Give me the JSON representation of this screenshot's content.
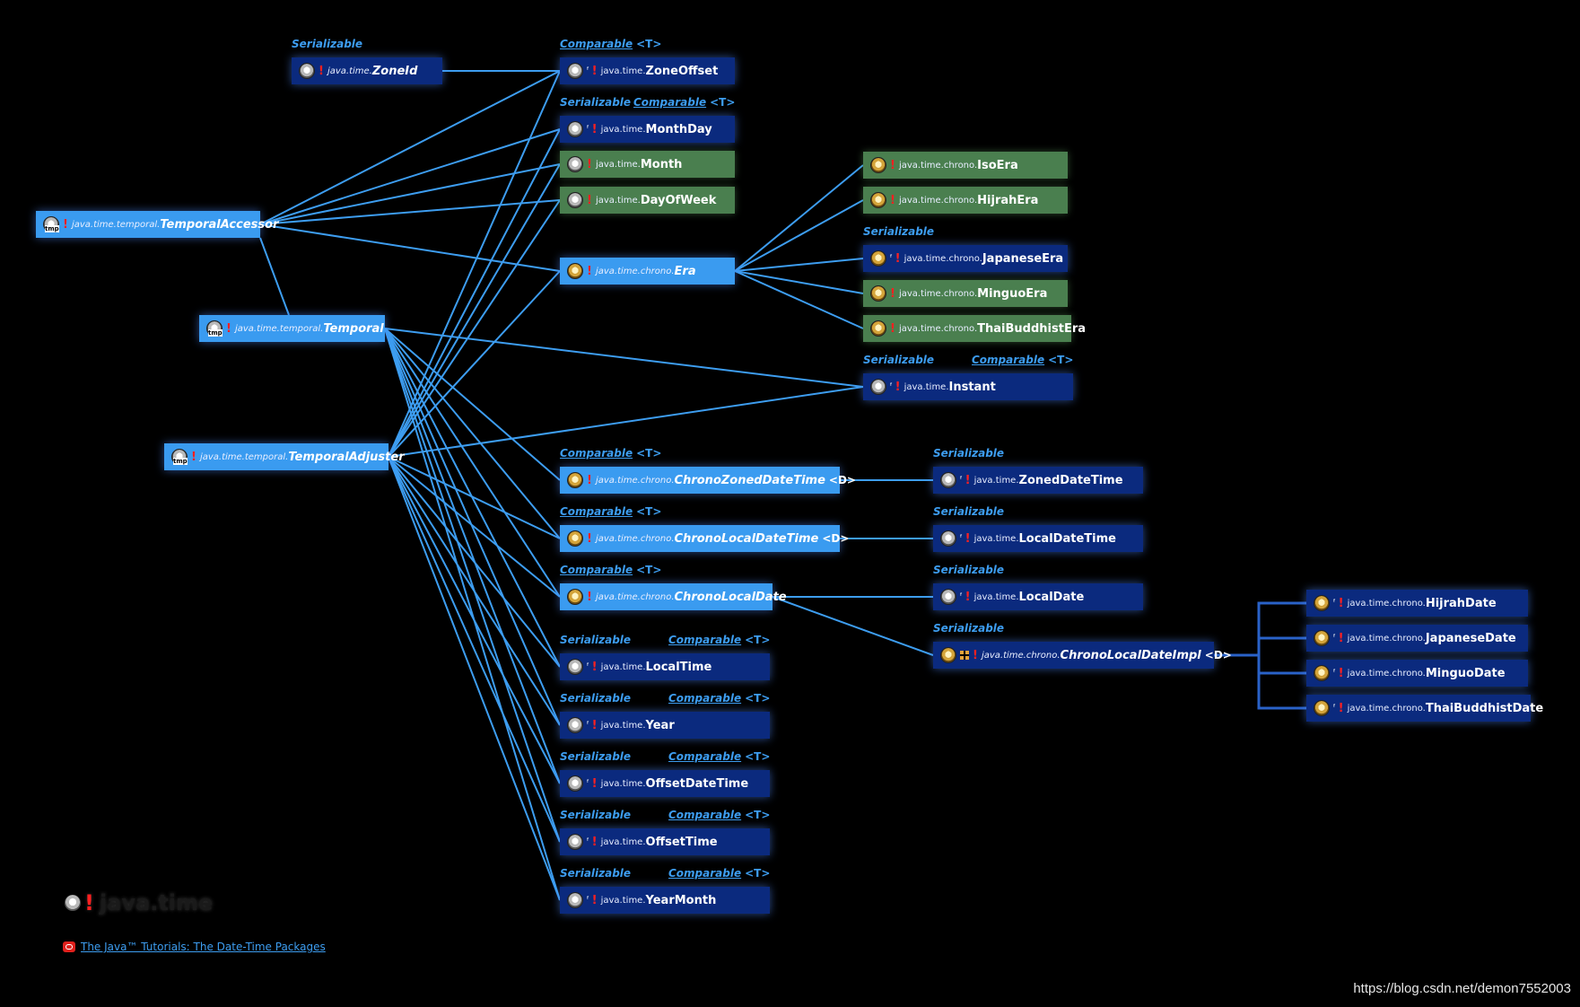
{
  "colors": {
    "background": "#000000",
    "class_fill": "#0b2a7e",
    "interface_fill": "#3a9bf0",
    "enum_fill": "#4a7f4f",
    "edge": "#3d9df0",
    "label": "#3d9df0",
    "deprecation_mark": "#ff2020"
  },
  "nodes": [
    {
      "id": "ZoneId",
      "pkg": "java.time.",
      "name": "ZoneId",
      "kind": "class",
      "italic": true,
      "final": false,
      "icon": "clock-icon"
    },
    {
      "id": "ZoneOffset",
      "pkg": "java.time.",
      "name": "ZoneOffset",
      "kind": "class",
      "final": true,
      "icon": "clock-icon"
    },
    {
      "id": "MonthDay",
      "pkg": "java.time.",
      "name": "MonthDay",
      "kind": "class",
      "final": true,
      "icon": "clock-icon"
    },
    {
      "id": "Month",
      "pkg": "java.time.",
      "name": "Month",
      "kind": "enum",
      "final": false,
      "icon": "clock-icon"
    },
    {
      "id": "DayOfWeek",
      "pkg": "java.time.",
      "name": "DayOfWeek",
      "kind": "enum",
      "final": false,
      "icon": "clock-icon"
    },
    {
      "id": "TemporalAccessor",
      "pkg": "java.time.temporal.",
      "name": "TemporalAccessor",
      "kind": "interface",
      "italic": true,
      "icon": "tmp-clock-icon"
    },
    {
      "id": "Temporal",
      "pkg": "java.time.temporal.",
      "name": "Temporal",
      "kind": "interface",
      "italic": true,
      "icon": "tmp-clock-icon"
    },
    {
      "id": "TemporalAdjuster",
      "pkg": "java.time.temporal.",
      "name": "TemporalAdjuster",
      "kind": "interface",
      "italic": true,
      "icon": "tmp-clock-icon"
    },
    {
      "id": "Era",
      "pkg": "java.time.chrono.",
      "name": "Era",
      "kind": "interface",
      "italic": true,
      "icon": "chrono-clock-icon"
    },
    {
      "id": "IsoEra",
      "pkg": "java.time.chrono.",
      "name": "IsoEra",
      "kind": "enum",
      "icon": "chrono-clock-icon"
    },
    {
      "id": "HijrahEra",
      "pkg": "java.time.chrono.",
      "name": "HijrahEra",
      "kind": "enum",
      "icon": "chrono-clock-icon"
    },
    {
      "id": "JapaneseEra",
      "pkg": "java.time.chrono.",
      "name": "JapaneseEra",
      "kind": "class",
      "final": true,
      "icon": "chrono-clock-icon"
    },
    {
      "id": "MinguoEra",
      "pkg": "java.time.chrono.",
      "name": "MinguoEra",
      "kind": "enum",
      "icon": "chrono-clock-icon"
    },
    {
      "id": "ThaiBuddhistEra",
      "pkg": "java.time.chrono.",
      "name": "ThaiBuddhistEra",
      "kind": "enum",
      "icon": "chrono-clock-icon"
    },
    {
      "id": "Instant",
      "pkg": "java.time.",
      "name": "Instant",
      "kind": "class",
      "final": true,
      "icon": "clock-icon"
    },
    {
      "id": "ChronoZonedDateTime",
      "pkg": "java.time.chrono.",
      "name": "ChronoZonedDateTime",
      "tparam": "<D>",
      "kind": "interface",
      "italic": true,
      "icon": "chrono-clock-icon"
    },
    {
      "id": "ChronoLocalDateTime",
      "pkg": "java.time.chrono.",
      "name": "ChronoLocalDateTime",
      "tparam": "<D>",
      "kind": "interface",
      "italic": true,
      "icon": "chrono-clock-icon"
    },
    {
      "id": "ChronoLocalDate",
      "pkg": "java.time.chrono.",
      "name": "ChronoLocalDate",
      "kind": "interface",
      "italic": true,
      "icon": "chrono-clock-icon"
    },
    {
      "id": "ZonedDateTime",
      "pkg": "java.time.",
      "name": "ZonedDateTime",
      "kind": "class",
      "final": true,
      "icon": "clock-icon"
    },
    {
      "id": "LocalDateTime",
      "pkg": "java.time.",
      "name": "LocalDateTime",
      "kind": "class",
      "final": true,
      "icon": "clock-icon"
    },
    {
      "id": "LocalDate",
      "pkg": "java.time.",
      "name": "LocalDate",
      "kind": "class",
      "final": true,
      "icon": "clock-icon"
    },
    {
      "id": "ChronoLocalDateImpl",
      "pkg": "java.time.chrono.",
      "name": "ChronoLocalDateImpl",
      "tparam": "<D>",
      "kind": "class",
      "italic": true,
      "abstract": true,
      "icon": "chrono-clock-icon"
    },
    {
      "id": "LocalTime",
      "pkg": "java.time.",
      "name": "LocalTime",
      "kind": "class",
      "final": true,
      "icon": "clock-icon"
    },
    {
      "id": "Year",
      "pkg": "java.time.",
      "name": "Year",
      "kind": "class",
      "final": true,
      "icon": "clock-icon"
    },
    {
      "id": "OffsetDateTime",
      "pkg": "java.time.",
      "name": "OffsetDateTime",
      "kind": "class",
      "final": true,
      "icon": "clock-icon"
    },
    {
      "id": "OffsetTime",
      "pkg": "java.time.",
      "name": "OffsetTime",
      "kind": "class",
      "final": true,
      "icon": "clock-icon"
    },
    {
      "id": "YearMonth",
      "pkg": "java.time.",
      "name": "YearMonth",
      "kind": "class",
      "final": true,
      "icon": "clock-icon"
    },
    {
      "id": "HijrahDate",
      "pkg": "java.time.chrono.",
      "name": "HijrahDate",
      "kind": "class",
      "final": true,
      "icon": "chrono-clock-icon"
    },
    {
      "id": "JapaneseDate",
      "pkg": "java.time.chrono.",
      "name": "JapaneseDate",
      "kind": "class",
      "final": true,
      "icon": "chrono-clock-icon"
    },
    {
      "id": "MinguoDate",
      "pkg": "java.time.chrono.",
      "name": "MinguoDate",
      "kind": "class",
      "final": true,
      "icon": "chrono-clock-icon"
    },
    {
      "id": "ThaiBuddhistDate",
      "pkg": "java.time.chrono.",
      "name": "ThaiBuddhistDate",
      "kind": "class",
      "final": true,
      "icon": "chrono-clock-icon"
    }
  ],
  "labels": [
    {
      "text": "Serializable",
      "for": "ZoneId",
      "slot": "left"
    },
    {
      "text": "Comparable",
      "tparam": "<T>",
      "for": "ZoneOffset",
      "slot": "left",
      "link": true
    },
    {
      "text": "Serializable",
      "for": "MonthDay",
      "slot": "left"
    },
    {
      "text": "Comparable",
      "tparam": "<T>",
      "for": "MonthDay",
      "slot": "right",
      "link": true
    },
    {
      "text": "Serializable",
      "for": "JapaneseEra",
      "slot": "left"
    },
    {
      "text": "Serializable",
      "for": "Instant",
      "slot": "left"
    },
    {
      "text": "Comparable",
      "tparam": "<T>",
      "for": "Instant",
      "slot": "right",
      "link": true
    },
    {
      "text": "Comparable",
      "tparam": "<T>",
      "for": "ChronoZonedDateTime",
      "slot": "left",
      "link": true
    },
    {
      "text": "Serializable",
      "for": "ZonedDateTime",
      "slot": "left"
    },
    {
      "text": "Comparable",
      "tparam": "<T>",
      "for": "ChronoLocalDateTime",
      "slot": "left",
      "link": true
    },
    {
      "text": "Serializable",
      "for": "LocalDateTime",
      "slot": "left"
    },
    {
      "text": "Comparable",
      "tparam": "<T>",
      "for": "ChronoLocalDate",
      "slot": "left",
      "link": true
    },
    {
      "text": "Serializable",
      "for": "LocalDate",
      "slot": "left"
    },
    {
      "text": "Serializable",
      "for": "ChronoLocalDateImpl",
      "slot": "left"
    },
    {
      "text": "Serializable",
      "for": "LocalTime",
      "slot": "left"
    },
    {
      "text": "Comparable",
      "tparam": "<T>",
      "for": "LocalTime",
      "slot": "right",
      "link": true
    },
    {
      "text": "Serializable",
      "for": "Year",
      "slot": "left"
    },
    {
      "text": "Comparable",
      "tparam": "<T>",
      "for": "Year",
      "slot": "right",
      "link": true
    },
    {
      "text": "Serializable",
      "for": "OffsetDateTime",
      "slot": "left"
    },
    {
      "text": "Comparable",
      "tparam": "<T>",
      "for": "OffsetDateTime",
      "slot": "right",
      "link": true
    },
    {
      "text": "Serializable",
      "for": "OffsetTime",
      "slot": "left"
    },
    {
      "text": "Comparable",
      "tparam": "<T>",
      "for": "OffsetTime",
      "slot": "right",
      "link": true
    },
    {
      "text": "Serializable",
      "for": "YearMonth",
      "slot": "left"
    },
    {
      "text": "Comparable",
      "tparam": "<T>",
      "for": "YearMonth",
      "slot": "right",
      "link": true
    }
  ],
  "edges": [
    [
      "ZoneId",
      "ZoneOffset"
    ],
    [
      "TemporalAccessor",
      "ZoneOffset"
    ],
    [
      "TemporalAccessor",
      "MonthDay"
    ],
    [
      "TemporalAccessor",
      "Month"
    ],
    [
      "TemporalAccessor",
      "DayOfWeek"
    ],
    [
      "TemporalAccessor",
      "Era"
    ],
    [
      "TemporalAccessor",
      "Temporal"
    ],
    [
      "TemporalAdjuster",
      "ZoneOffset"
    ],
    [
      "TemporalAdjuster",
      "MonthDay"
    ],
    [
      "TemporalAdjuster",
      "Month"
    ],
    [
      "TemporalAdjuster",
      "DayOfWeek"
    ],
    [
      "TemporalAdjuster",
      "Era"
    ],
    [
      "TemporalAdjuster",
      "Instant"
    ],
    [
      "TemporalAdjuster",
      "ChronoLocalDateTime"
    ],
    [
      "TemporalAdjuster",
      "ChronoLocalDate"
    ],
    [
      "TemporalAdjuster",
      "LocalTime"
    ],
    [
      "TemporalAdjuster",
      "Year"
    ],
    [
      "TemporalAdjuster",
      "OffsetDateTime"
    ],
    [
      "TemporalAdjuster",
      "OffsetTime"
    ],
    [
      "TemporalAdjuster",
      "YearMonth"
    ],
    [
      "Temporal",
      "Instant"
    ],
    [
      "Temporal",
      "ChronoZonedDateTime"
    ],
    [
      "Temporal",
      "ChronoLocalDateTime"
    ],
    [
      "Temporal",
      "ChronoLocalDate"
    ],
    [
      "Temporal",
      "LocalTime"
    ],
    [
      "Temporal",
      "Year"
    ],
    [
      "Temporal",
      "OffsetDateTime"
    ],
    [
      "Temporal",
      "OffsetTime"
    ],
    [
      "Temporal",
      "YearMonth"
    ],
    [
      "Era",
      "IsoEra"
    ],
    [
      "Era",
      "HijrahEra"
    ],
    [
      "Era",
      "JapaneseEra"
    ],
    [
      "Era",
      "MinguoEra"
    ],
    [
      "Era",
      "ThaiBuddhistEra"
    ],
    [
      "ChronoZonedDateTime",
      "ZonedDateTime"
    ],
    [
      "ChronoLocalDateTime",
      "LocalDateTime"
    ],
    [
      "ChronoLocalDate",
      "LocalDate"
    ],
    [
      "ChronoLocalDate",
      "ChronoLocalDateImpl"
    ],
    [
      "ChronoLocalDateImpl",
      "HijrahDate",
      "bracket"
    ],
    [
      "ChronoLocalDateImpl",
      "JapaneseDate",
      "bracket"
    ],
    [
      "ChronoLocalDateImpl",
      "MinguoDate",
      "bracket"
    ],
    [
      "ChronoLocalDateImpl",
      "ThaiBuddhistDate",
      "bracket"
    ]
  ],
  "legend": {
    "title": "java.time",
    "icon": "clock-icon"
  },
  "tutorial": {
    "text": "The Java™ Tutorials: The Date-Time Packages",
    "icon": "oracle-icon"
  },
  "watermark": "https://blog.csdn.net/demon7552003"
}
